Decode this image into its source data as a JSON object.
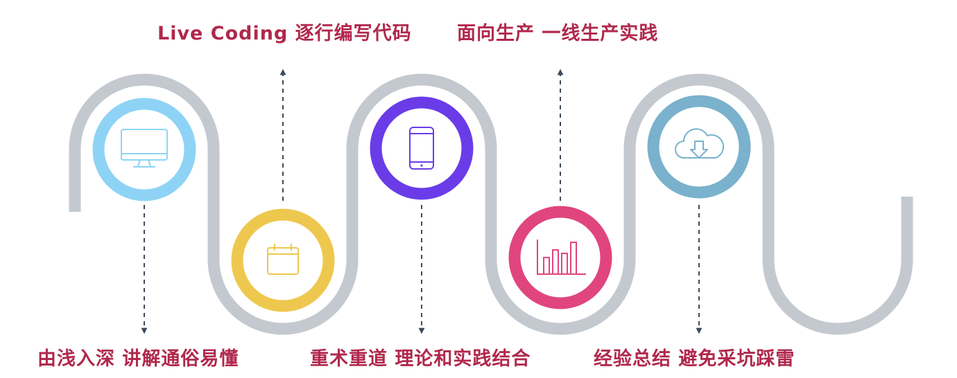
{
  "colors": {
    "text": "#b0284c",
    "track": "#c3c9cf",
    "arrow": "#3b4a5a",
    "monitor": "#8ed3f5",
    "calendar": "#eec84e",
    "tablet": "#6a3ce8",
    "chart": "#e0457e",
    "cloud": "#7ab1cc"
  },
  "steps": [
    {
      "icon": "monitor-icon",
      "caption": "由浅入深  讲解通俗易懂"
    },
    {
      "icon": "calendar-icon",
      "caption": "Live Coding  逐行编写代码"
    },
    {
      "icon": "tablet-icon",
      "caption": "重术重道 理论和实践结合"
    },
    {
      "icon": "bar-chart-icon",
      "caption": "面向生产  一线生产实践"
    },
    {
      "icon": "cloud-download-icon",
      "caption": "经验总结  避免采坑踩雷"
    }
  ]
}
